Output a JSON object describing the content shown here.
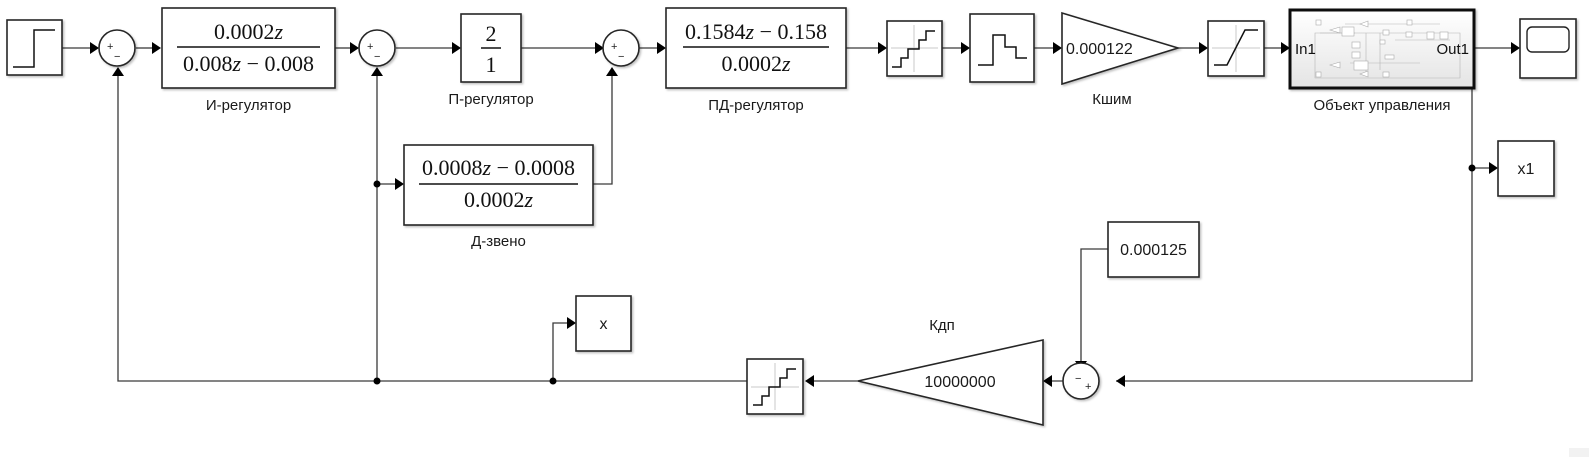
{
  "diagram": {
    "type": "simulink-block-diagram",
    "blocks": {
      "step": {
        "kind": "Step",
        "icon": "step-icon"
      },
      "sum1": {
        "kind": "Sum",
        "signs": [
          "+",
          "−"
        ]
      },
      "i_controller": {
        "kind": "Discrete Transfer Fcn",
        "numerator": "0.0002z",
        "denominator": "0.008z − 0.008",
        "label": "И-регулятор"
      },
      "sum2": {
        "kind": "Sum",
        "signs": [
          "+",
          "−"
        ]
      },
      "p_controller": {
        "kind": "Discrete Transfer Fcn",
        "numerator": "2",
        "denominator": "1",
        "label": "П-регулятор"
      },
      "d_link": {
        "kind": "Discrete Transfer Fcn",
        "numerator": "0.0008z − 0.0008",
        "denominator": "0.0002z",
        "label": "Д-звено"
      },
      "sum3": {
        "kind": "Sum",
        "signs": [
          "+",
          "−"
        ]
      },
      "pd_controller": {
        "kind": "Discrete Transfer Fcn",
        "numerator": "0.1584z − 0.158",
        "denominator": "0.0002z",
        "label": "ПД-регулятор"
      },
      "quantizer1": {
        "kind": "Quantizer",
        "icon": "quantizer-icon"
      },
      "zoh": {
        "kind": "Zero-Order Hold",
        "icon": "zero-order-hold-icon"
      },
      "k_pwm": {
        "kind": "Gain",
        "value": "0.000122",
        "label": "Кшим"
      },
      "saturation": {
        "kind": "Saturation",
        "icon": "saturation-icon"
      },
      "plant": {
        "kind": "Subsystem",
        "label": "Объект управления",
        "in_port": "In1",
        "out_port": "Out1"
      },
      "scope": {
        "kind": "Scope",
        "icon": "scope-icon"
      },
      "x1": {
        "kind": "To Workspace",
        "value": "x1"
      },
      "offset_const": {
        "kind": "Constant",
        "value": "0.000125"
      },
      "sum4": {
        "kind": "Sum",
        "signs": [
          "−",
          "+"
        ]
      },
      "k_dp": {
        "kind": "Gain",
        "value": "10000000",
        "label": "Кдп"
      },
      "quantizer2": {
        "kind": "Quantizer",
        "icon": "quantizer-icon"
      },
      "x": {
        "kind": "To Workspace",
        "value": "x"
      }
    }
  }
}
